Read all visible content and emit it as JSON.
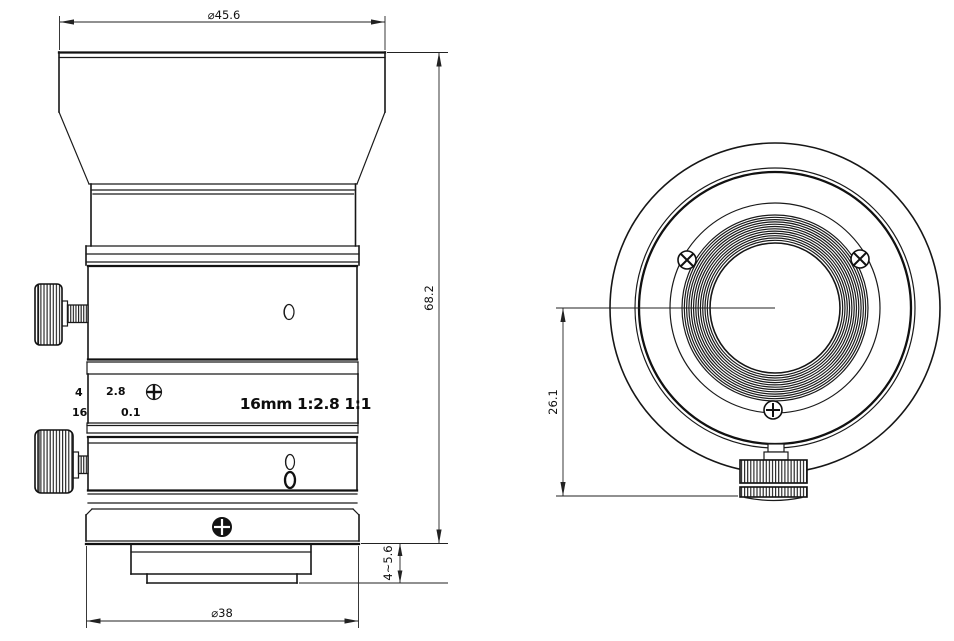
{
  "page": {
    "background": "#ffffff",
    "line_color": "#1a1a1a"
  },
  "drawing": {
    "kind": "lens mechanical drawing, side view and front view"
  },
  "dimensions": {
    "hood_diameter": "⌀45.6",
    "overall_length": "68.2",
    "back_focus": "4~5.6",
    "body_diameter": "⌀38",
    "axis_to_knob": "26.1"
  },
  "lens_markings": {
    "model": "16mm 1:2.8 1:1",
    "scale": [
      "4",
      "2.8",
      "16",
      "0.1"
    ]
  }
}
